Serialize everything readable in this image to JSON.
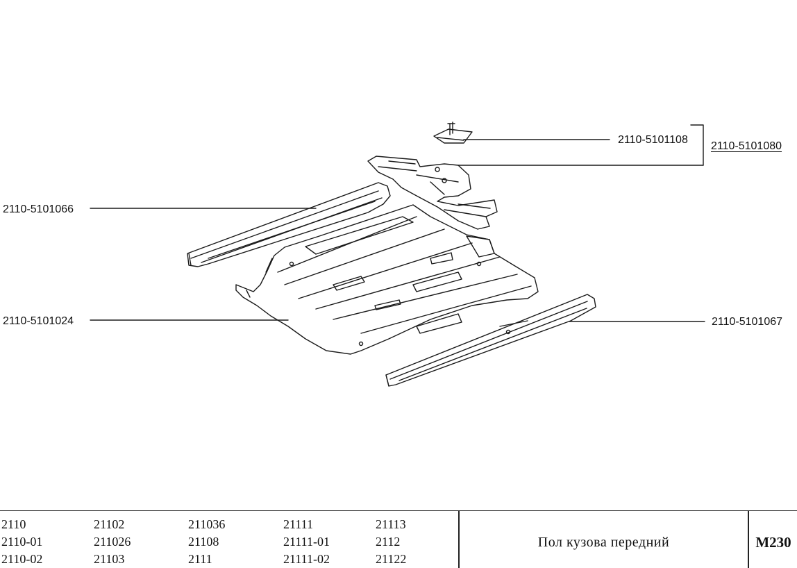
{
  "callouts": {
    "part_108": "2110-5101108",
    "part_080": "2110-5101080",
    "part_066": "2110-5101066",
    "part_024": "2110-5101024",
    "part_067": "2110-5101067"
  },
  "footer": {
    "models": [
      [
        "2110",
        "21102",
        "211036",
        "21111",
        "21113"
      ],
      [
        "2110-01",
        "211026",
        "21108",
        "21111-01",
        "2112"
      ],
      [
        "2110-02",
        "21103",
        "2111",
        "21111-02",
        "21122"
      ]
    ],
    "title": "Пол кузова передний",
    "code": "M230"
  }
}
